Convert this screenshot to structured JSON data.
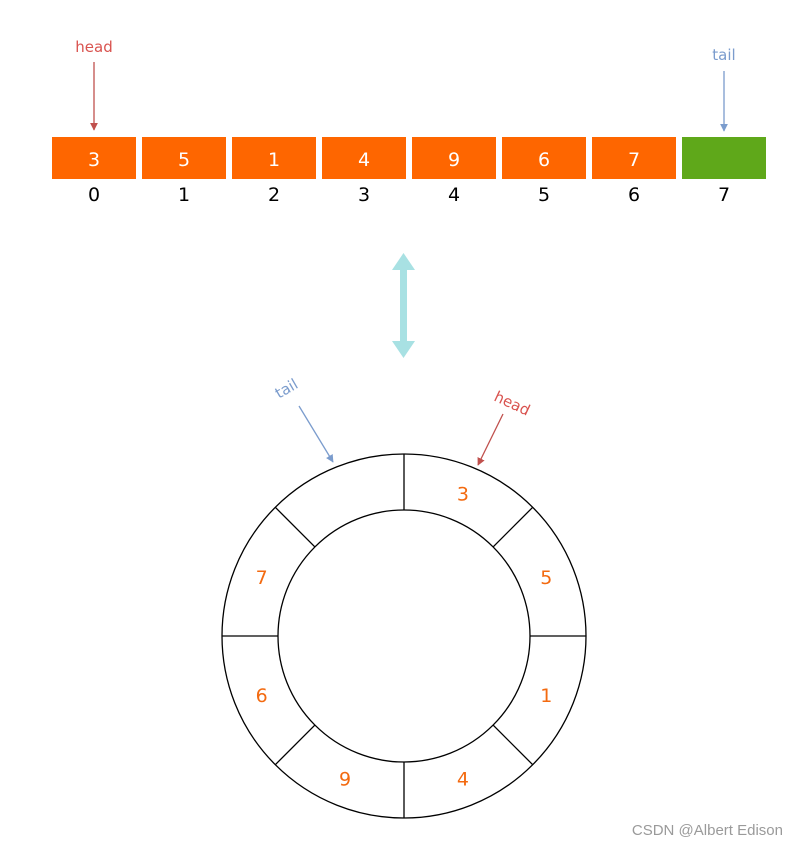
{
  "colors": {
    "cell_fill": "#fe6600",
    "tail_cell_fill": "#5fa81a",
    "head_color": "#d9534f",
    "tail_color": "#7b9ccd",
    "arrow_color": "#a8e1e3",
    "ring_text": "#f36a10"
  },
  "array": {
    "values": [
      "3",
      "5",
      "1",
      "4",
      "9",
      "6",
      "7",
      ""
    ],
    "indices": [
      "0",
      "1",
      "2",
      "3",
      "4",
      "5",
      "6",
      "7"
    ],
    "head_label": "head",
    "tail_label": "tail"
  },
  "ring": {
    "values": [
      "3",
      "5",
      "1",
      "4",
      "9",
      "6",
      "7",
      ""
    ],
    "head_label": "head",
    "tail_label": "tail"
  },
  "watermark": "CSDN @Albert Edison"
}
